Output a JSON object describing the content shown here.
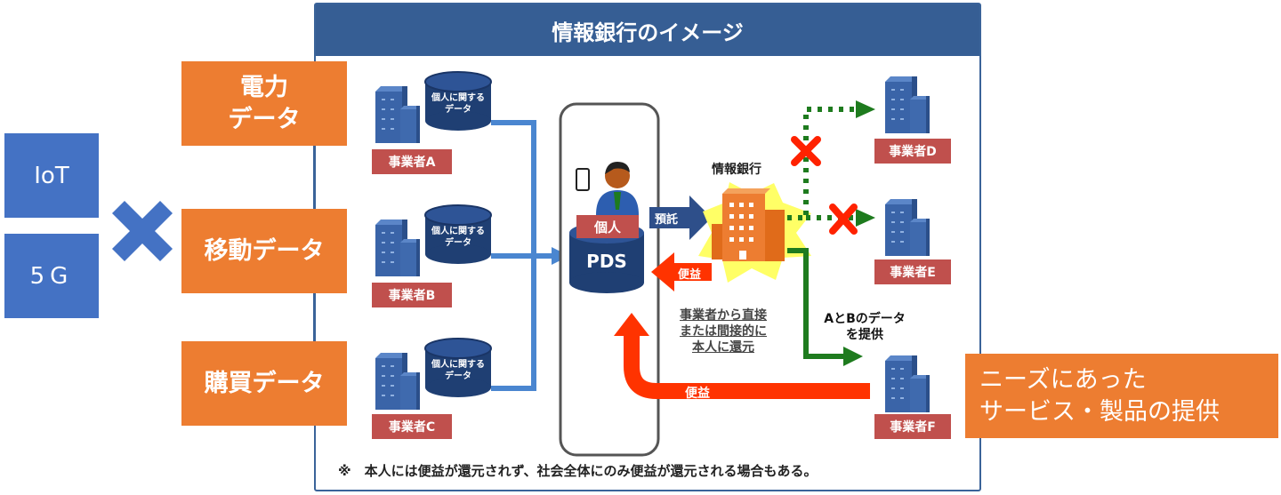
{
  "title": "情報銀行のイメージ",
  "left": {
    "tech": [
      "IoT",
      "5G"
    ],
    "times_symbol": "×"
  },
  "data_sources": [
    {
      "label": "電力\nデータ",
      "line1": "電力",
      "line2": "データ"
    },
    {
      "label": "移動データ"
    },
    {
      "label": "購買データ"
    }
  ],
  "operators": [
    {
      "name": "事業者A",
      "db_label_1": "個人に関する",
      "db_label_2": "データ"
    },
    {
      "name": "事業者B",
      "db_label_1": "個人に関する",
      "db_label_2": "データ"
    },
    {
      "name": "事業者C",
      "db_label_1": "個人に関する",
      "db_label_2": "データ"
    },
    {
      "name": "事業者D"
    },
    {
      "name": "事業者E"
    },
    {
      "name": "事業者F"
    }
  ],
  "pds": {
    "person_label": "個人",
    "db_label": "PDS"
  },
  "bank": {
    "label": "情報銀行",
    "entrust_arrow": "預託",
    "benefit_arrow": "便益"
  },
  "provide_label": {
    "line1": "AとBのデータ",
    "line2": "を提供"
  },
  "return_note": {
    "line1": "事業者から直接",
    "line2": "または間接的に",
    "line3": "本人に還元"
  },
  "big_benefit_arrow": "便益",
  "needs_box": {
    "line1": "ニーズにあった",
    "line2": "サービス・製品の提供"
  },
  "footnote": "※　本人には便益が還元されず、社会全体にのみ便益が還元される場合もある。",
  "colors": {
    "blue": "#4472c4",
    "dark_blue": "#365e94",
    "orange": "#ed7d31",
    "red_label": "#c0504d",
    "green": "#1e7b1e",
    "red_arrow": "#ff3300"
  }
}
